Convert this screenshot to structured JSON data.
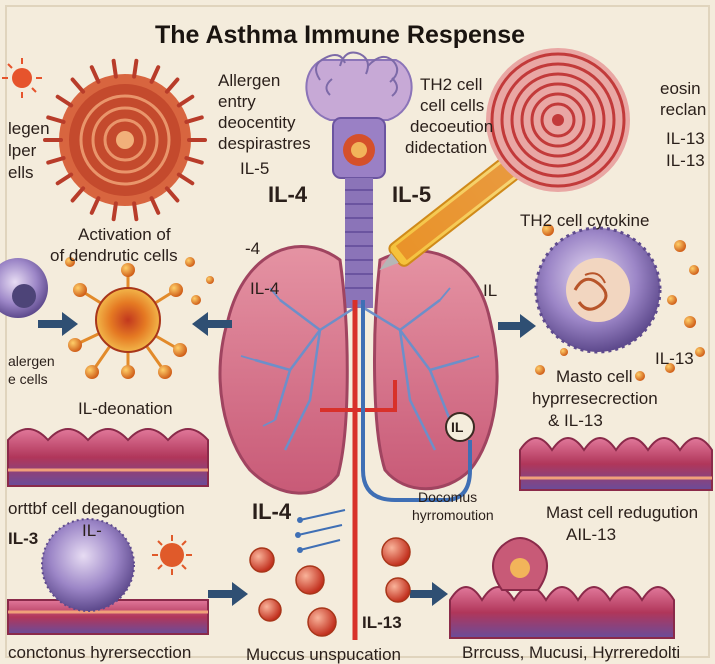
{
  "title": "The Asthma Immune Respense",
  "labels": {
    "allergen_entry_line1": "Allergen",
    "allergen_entry_line2": "entry",
    "allergen_entry_line3": "deocentity",
    "allergen_entry_line4": "despirastres",
    "il5_left_small": "IL-5",
    "il4_top": "IL-4",
    "il5_top": "IL-5",
    "th2_line1": "TH2 cell",
    "th2_line2": "cell cells",
    "th2_line3": "decoeution",
    "th2_line4": "didectation",
    "eosin_line1": "eosin",
    "eosin_line2": "reclan",
    "il13_right1": "IL-13",
    "il13_right2": "IL-13",
    "left_frag1": "legen",
    "left_frag2": "lper",
    "left_frag3": "ells",
    "dendritic_line1": "Activation of",
    "dendritic_line2": "of dendrutic cells",
    "minus4": "-4",
    "il4_left_mid": "IL-4",
    "th2_cytokine": "TH2 cell cytokine",
    "il_right_mid": "IL",
    "il13_right_mid": "IL-13",
    "allergen_cells_line1": "alergen",
    "allergen_cells_line2": "e cells",
    "mast_line1": "Masto cell",
    "mast_line2": "hyprresecrection",
    "mast_line3": "& IL-13",
    "il_degranation": "IL-deonation",
    "il_badge": "IL",
    "cell_degran": "orttbf cell deganougtion",
    "il_dash": "IL-",
    "il3": "IL-3",
    "il4_bottom": "IL-4",
    "docomus_line1": "Docomus",
    "docomus_line2": "hyrromoution",
    "mast_reduct_line1": "Mast cell redugution",
    "mast_reduct_line2": "AIL-13",
    "il13_bottom": "IL-13",
    "bottom_left": "conctonus hyrersecction",
    "bottom_mid": "Muccus unspucation",
    "bottom_right": "Brrcuss, Mucusi, Hyrreredolti"
  },
  "colors": {
    "background": "#f4ecdc",
    "lung": "#d9738a",
    "trachea": "#8b74b8",
    "artery": "#d8312a",
    "vein": "#3f6fb5",
    "arrow": "#2f4f73",
    "tissue": "#b0365a",
    "cell_purple": "#8c7ab8",
    "granule": "#e07a1c"
  },
  "icons": [
    "allergen-particle-icon",
    "dendritic-cell-icon",
    "mast-cell-icon",
    "syringe-icon",
    "spiral-icon",
    "arrow-right-icon",
    "arrow-left-icon",
    "sun-icon",
    "virus-icon"
  ]
}
